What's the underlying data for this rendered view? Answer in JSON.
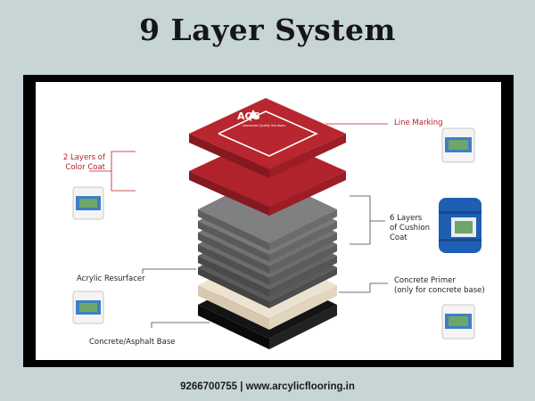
{
  "page": {
    "title": "9 Layer System",
    "footer": "9266700755 | www.arcylicflooring.in"
  },
  "brand": {
    "logo_text": "AQS",
    "tagline": "Advanced Quality Solutions"
  },
  "labels": {
    "line_marking": "Line Marking",
    "color_coat_line1": "2 Layers of",
    "color_coat_line2": "Color Coat",
    "cushion_line1": "6 Layers",
    "cushion_line2": "of Cushion",
    "cushion_line3": "Coat",
    "acrylic_resurfacer": "Acrylic Resurfacer",
    "primer_line1": "Concrete Primer",
    "primer_line2": "(only for concrete base)",
    "base": "Concrete/Asphalt Base"
  },
  "colors": {
    "background": "#c7d5d6",
    "red_layer": "#b0222c",
    "grey_layer": "#6b6b6b",
    "beige_layer": "#e8dcc8",
    "black_layer": "#1a1a1a",
    "accent_text": "#b71c24",
    "drum_blue": "#1f5fb3"
  }
}
